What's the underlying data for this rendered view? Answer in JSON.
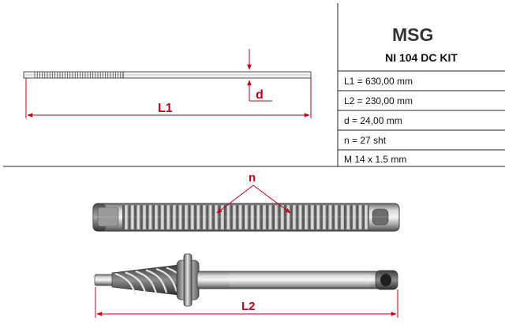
{
  "brand": {
    "logo_text": "MSG",
    "accent_color": "#c0001a",
    "logo_color": "#333333"
  },
  "spec_table": {
    "part_code": "NI 104 DC KIT",
    "rows": [
      "L1 = 630,00 mm",
      "L2 = 230,00 mm",
      "d = 24,00 mm",
      "n = 27 sht",
      "M 14 x 1.5 mm"
    ]
  },
  "drawing": {
    "rack_length_label": "L1",
    "rack_diameter_label": "d",
    "teeth_count_label": "n",
    "pinion_length_label": "L2"
  }
}
